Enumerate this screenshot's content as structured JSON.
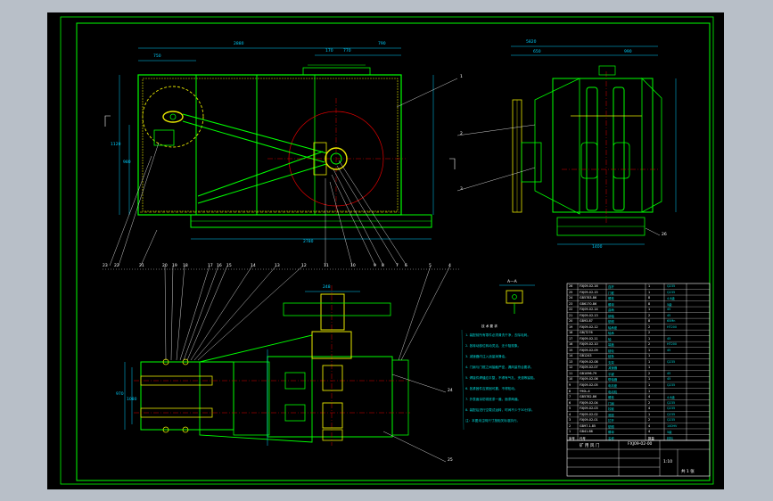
{
  "drawing": {
    "title_block": {
      "drawing_number": "FXJ09-02-00",
      "name": "矿 用 风 门",
      "scale": "1:10",
      "sheet": "共 1 张"
    },
    "notes_heading": "技 术 要 求",
    "notes": [
      "1. 装配前所有零件必须清洗干净，去除毛刺。",
      "2. 各转动部位转动灵活，无卡阻现象。",
      "3. 减速器内注入适量润滑油。",
      "4. 门扇与门框之间接触严密，漏风量符合要求。",
      "5. 焊接件焊缝应平整，不得有气孔、夹渣等缺陷。",
      "6. 各紧固件应紧固可靠，不得松动。",
      "7. 外表面涂防锈底漆一遍，面漆两遍。",
      "8. 装配后进行空载试运转，时间不少于30分钟。",
      "注：本图未注明尺寸按相关标准执行。"
    ],
    "bom_rows": [
      [
        "26",
        "FXJ09-02-16",
        "连杆",
        "1",
        "Q235"
      ],
      [
        "25",
        "FXJ09-02-15",
        "门框",
        "1",
        "Q235"
      ],
      [
        "24",
        "GB5783-86",
        "螺栓",
        "8",
        "4.8级"
      ],
      [
        "23",
        "GB6170-86",
        "螺母",
        "8",
        "5级"
      ],
      [
        "22",
        "FXJ09-02-14",
        "曲柄",
        "1",
        "45"
      ],
      [
        "21",
        "FXJ09-02-13",
        "销轴",
        "2",
        "45"
      ],
      [
        "20",
        "GB93-87",
        "垫圈",
        "8",
        "65Mn"
      ],
      [
        "19",
        "FXJ09-02-12",
        "轴承座",
        "2",
        "HT200"
      ],
      [
        "18",
        "GB/T276",
        "轴承",
        "2",
        ""
      ],
      [
        "17",
        "FXJ09-02-11",
        "轴",
        "1",
        "45"
      ],
      [
        "16",
        "FXJ09-02-10",
        "端盖",
        "2",
        "HT200"
      ],
      [
        "15",
        "FXJ09-02-09",
        "链轮",
        "1",
        "45"
      ],
      [
        "14",
        "GB1243",
        "链条",
        "1",
        ""
      ],
      [
        "13",
        "FXJ09-02-08",
        "支架",
        "1",
        "Q235"
      ],
      [
        "12",
        "FXJ09-02-07",
        "减速器",
        "1",
        ""
      ],
      [
        "11",
        "GB1096-79",
        "平键",
        "2",
        "45"
      ],
      [
        "10",
        "FXJ09-02-06",
        "联轴器",
        "1",
        "45"
      ],
      [
        "9",
        "FXJ09-02-05",
        "电机座",
        "1",
        "Q235"
      ],
      [
        "8",
        "Y90L-4",
        "电动机",
        "1",
        ""
      ],
      [
        "7",
        "GB5782-86",
        "螺栓",
        "4",
        "4.8级"
      ],
      [
        "6",
        "FXJ09-02-04",
        "门扇",
        "2",
        "Q235"
      ],
      [
        "5",
        "FXJ09-02-03",
        "铰链",
        "4",
        "Q235"
      ],
      [
        "4",
        "FXJ09-02-02",
        "底座",
        "1",
        "Q235"
      ],
      [
        "3",
        "FXJ09-02-01",
        "拉杆",
        "2",
        "Q235"
      ],
      [
        "2",
        "GB97.1-85",
        "垫圈",
        "4",
        "140HV"
      ],
      [
        "1",
        "GB41-86",
        "螺母",
        "4",
        "5级"
      ]
    ],
    "bom_header": [
      "序号",
      "代号",
      "名称",
      "数量",
      "材料"
    ],
    "dimensions": {
      "top_overall": "2880",
      "top_left": "750",
      "top_mid_a": "170",
      "top_mid_b": "770",
      "top_right": "790",
      "right_view_top": "5820",
      "right_view_a": "650",
      "right_view_b": "990",
      "bottom_main": "2780",
      "bottom_right_view": "1400",
      "left_height": "1120",
      "left_height_2": "980",
      "top_view_width": "248",
      "top_view_left": "970",
      "top_view_left_2": "1080",
      "section_label": "A—A"
    },
    "balloons_row": [
      "23",
      "22",
      "21",
      "20",
      "19",
      "18",
      "17",
      "16",
      "15",
      "14",
      "13",
      "12",
      "11",
      "10",
      "9",
      "8",
      "7",
      "6",
      "5",
      "4"
    ],
    "part_labels": [
      "1",
      "2",
      "3",
      "24",
      "25",
      "26"
    ]
  }
}
